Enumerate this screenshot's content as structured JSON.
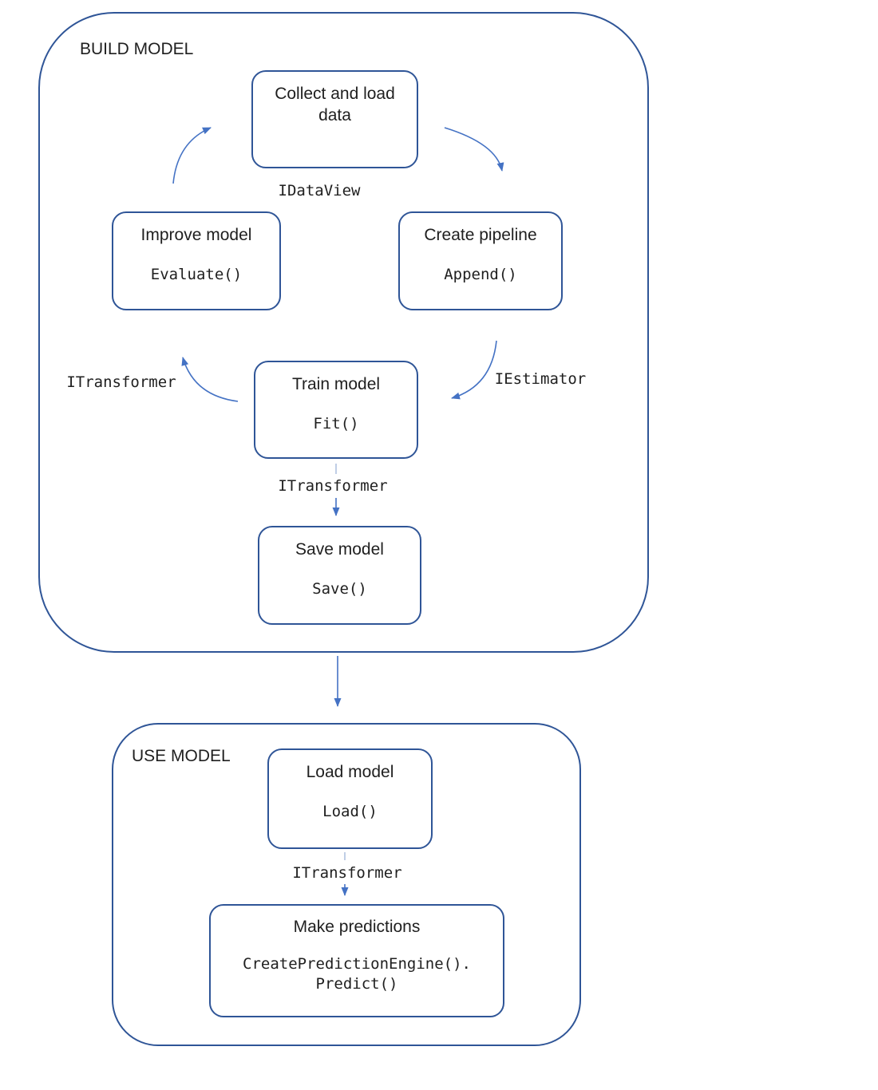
{
  "colors": {
    "box_border": "#2f5597",
    "arrow": "#4472c4",
    "text": "#1f1f1f"
  },
  "sections": {
    "build": {
      "label": "BUILD MODEL"
    },
    "use": {
      "label": "USE MODEL"
    }
  },
  "nodes": {
    "collect": {
      "title": "Collect and load data"
    },
    "create_pipeline": {
      "title": "Create pipeline",
      "code": "Append()"
    },
    "train": {
      "title": "Train model",
      "code": "Fit()"
    },
    "improve": {
      "title": "Improve model",
      "code": "Evaluate()"
    },
    "save": {
      "title": "Save model",
      "code": "Save()"
    },
    "load": {
      "title": "Load model",
      "code": "Load()"
    },
    "predict": {
      "title": "Make predictions",
      "code_line1": "CreatePredictionEngine().",
      "code_line2": "Predict()"
    }
  },
  "edge_labels": {
    "idataview": "IDataView",
    "iestimator": "IEstimator",
    "itransformer_train_to_improve": "ITransformer",
    "itransformer_train_to_save": "ITransformer",
    "itransformer_load_to_predict": "ITransformer"
  }
}
